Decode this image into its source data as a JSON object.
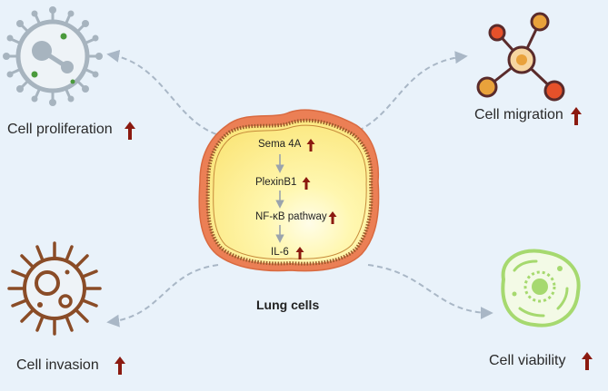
{
  "outcomes": {
    "proliferation": "Cell proliferation",
    "migration": "Cell migration",
    "invasion": "Cell invasion",
    "viability": "Cell viability"
  },
  "pathway": {
    "steps": [
      "Sema 4A",
      "PlexinB1",
      "NF-κB pathway",
      "IL-6"
    ]
  },
  "center_label": "Lung cells",
  "colors": {
    "background": "#e9f2fa",
    "arrow_up": "#8b1a10",
    "dashed_connector": "#a9b7c6",
    "cell_fill": "#fff6a8",
    "cell_rim": "#e8764a",
    "proliferation_icon": "#a7b4bf",
    "invasion_icon": "#8a4c27",
    "viability_icon": "#a6d96f",
    "migration_icon": "#5a2b2b"
  },
  "icons": {
    "proliferation": "virus-cell-icon",
    "migration": "network-nodes-icon",
    "invasion": "spiky-cell-icon",
    "viability": "green-cell-icon",
    "up_arrow": "up-arrow-icon"
  }
}
